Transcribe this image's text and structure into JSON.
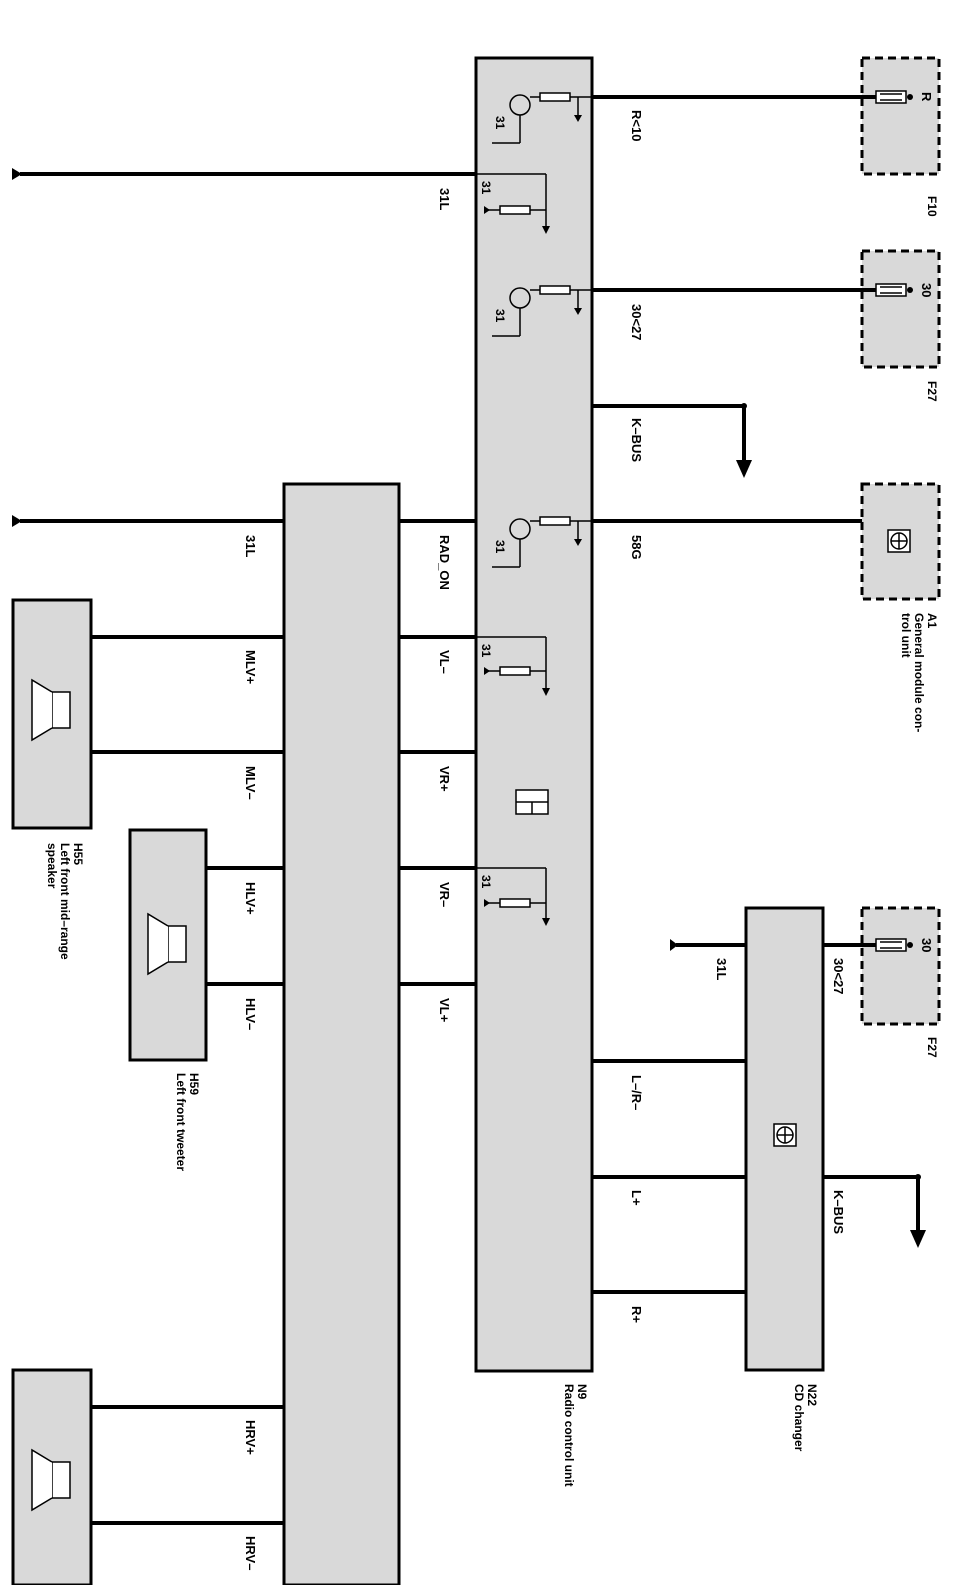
{
  "components": {
    "f10": {
      "id": "F10",
      "pin": "R"
    },
    "f27_top": {
      "id": "F27",
      "pin": "30"
    },
    "a1": {
      "id": "A1",
      "name_line1": "General module con-",
      "name_line2": "trol unit"
    },
    "f27_bottom": {
      "id": "F27",
      "pin": "30"
    },
    "n9": {
      "id": "N9",
      "name": "Radio control unit",
      "internal_ground": "31"
    },
    "n22": {
      "id": "N22",
      "name": "CD changer"
    },
    "h55": {
      "id": "H55",
      "name_line1": "Left front mid–range",
      "name_line2": "speaker"
    },
    "h59": {
      "id": "H59",
      "name": "Left front tweeter"
    }
  },
  "wires": {
    "r10": "R<10",
    "w31l_top": "31L",
    "w30_27": "30<27",
    "kbus": "K–BUS",
    "rad_on": "RAD_ON",
    "w31l_amp": "31L",
    "w58g": "58G",
    "vl_minus": "VL–",
    "vr_plus": "VR+",
    "vr_minus": "VR–",
    "vl_plus": "VL+",
    "mlv_plus": "MLV+",
    "mlv_minus": "MLV–",
    "hlv_plus": "HLV+",
    "hlv_minus": "HLV–",
    "hrv_plus": "HRV+",
    "hrv_minus": "HRV–",
    "lr_minus": "L–/R–",
    "l_plus": "L+",
    "r_plus": "R+",
    "cd_31l": "31L",
    "cd_30_27": "30<27",
    "cd_kbus": "K–BUS"
  }
}
